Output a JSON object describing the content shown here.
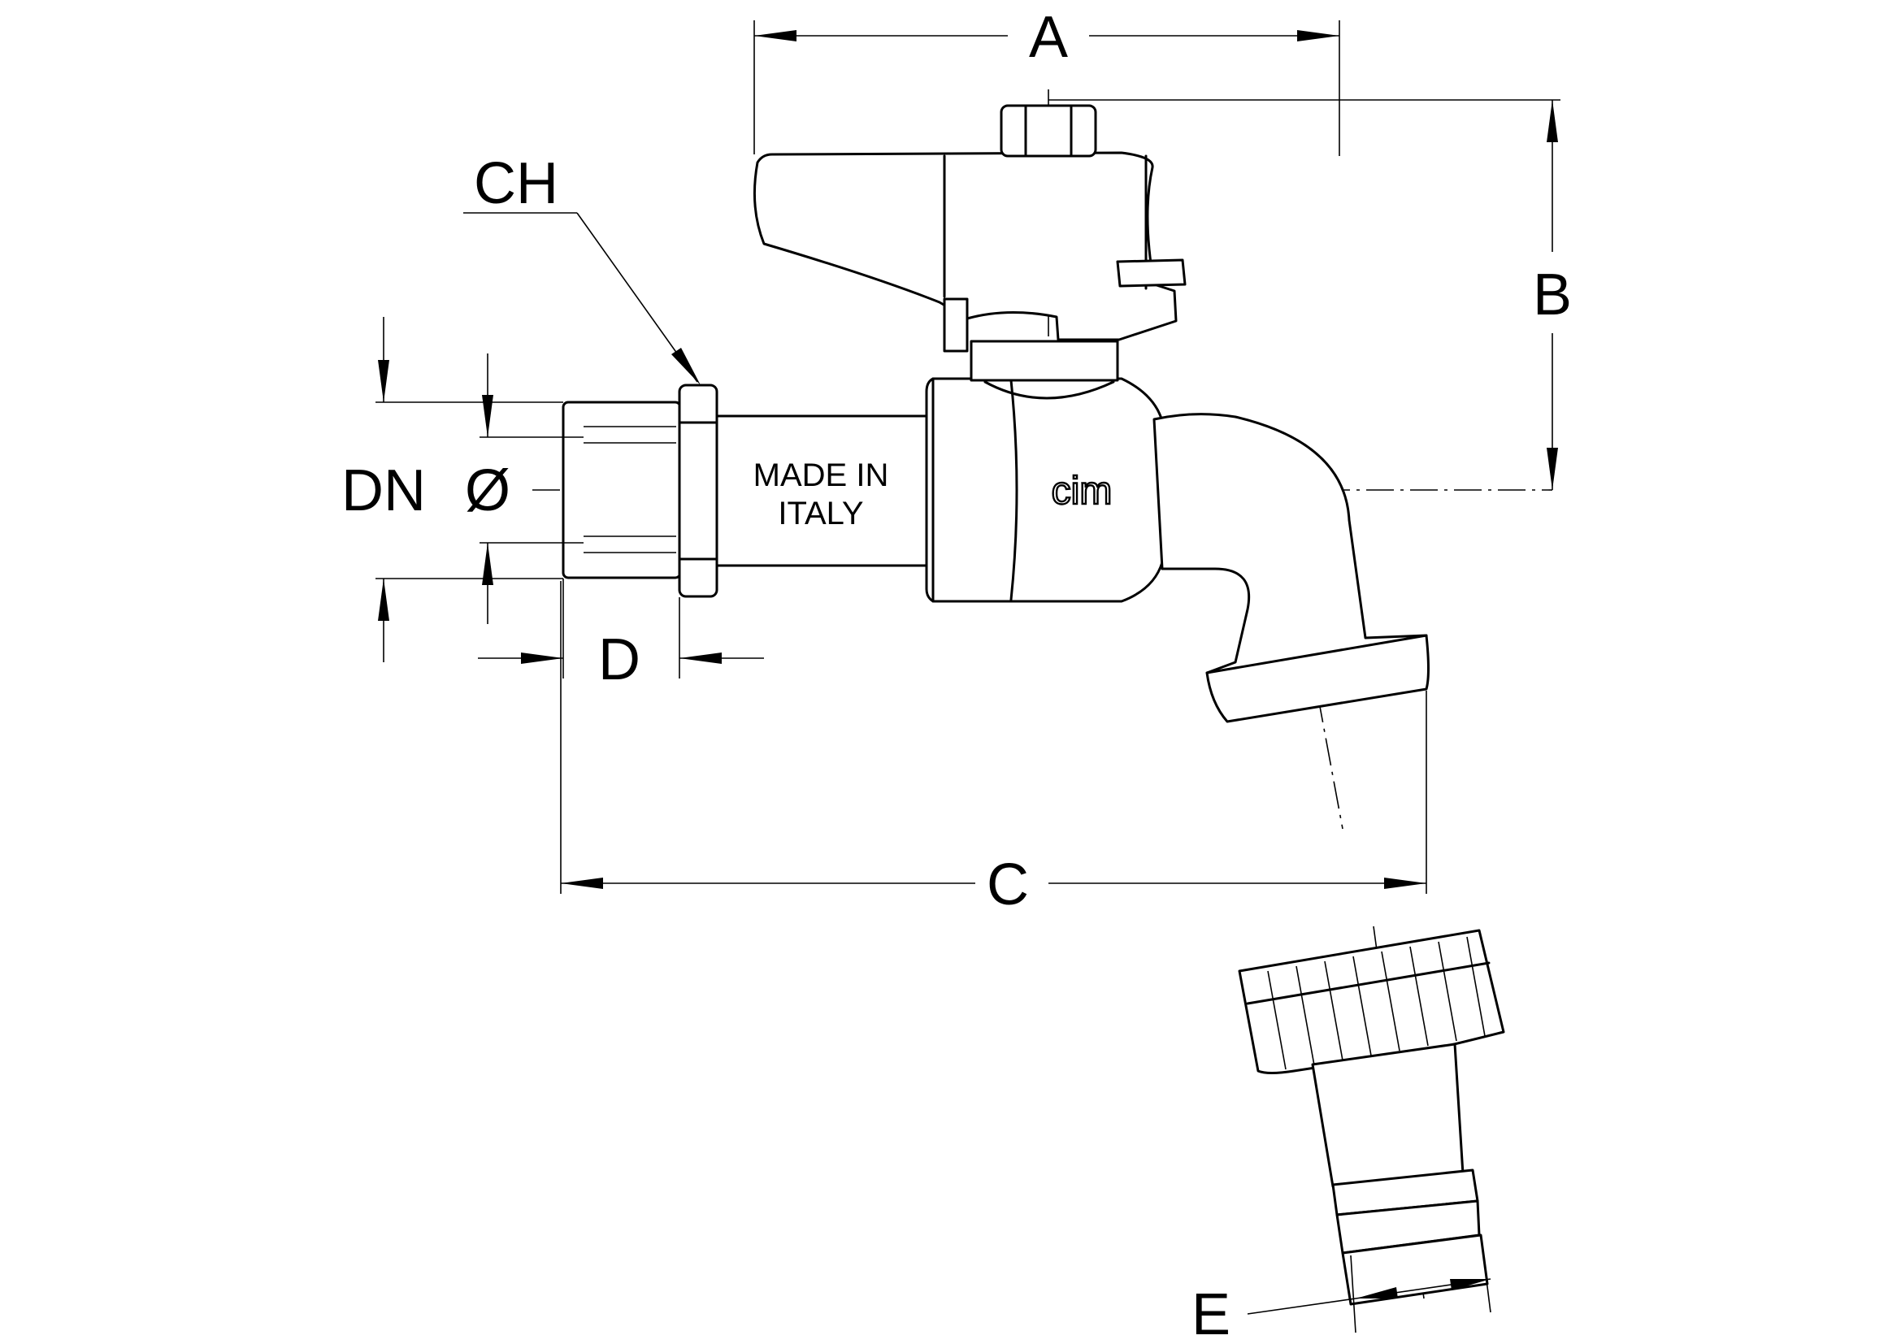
{
  "labels": {
    "dim_a": "A",
    "dim_b": "B",
    "dim_c": "C",
    "dim_d": "D",
    "dim_e": "E",
    "dim_ch": "CH",
    "dim_dn": "DN",
    "dim_diameter": "Ø"
  },
  "body_marking": {
    "line1": "MADE IN",
    "line2": "ITALY"
  },
  "brand_logo": "cim",
  "colors": {
    "ink": "#000000",
    "paper": "#ffffff"
  }
}
